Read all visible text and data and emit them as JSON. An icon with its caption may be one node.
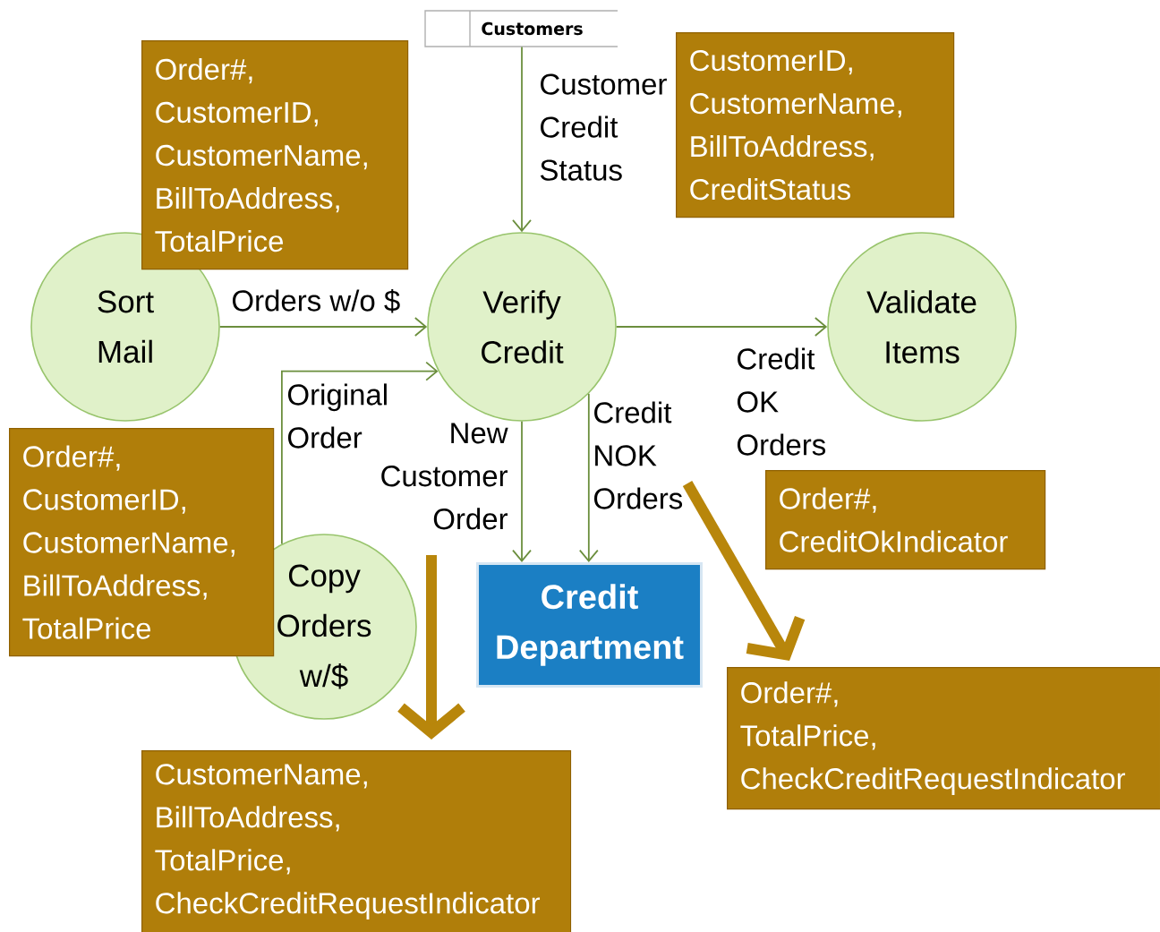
{
  "diagram": {
    "nodes": [
      {
        "text": [
          "Customers"
        ]
      },
      {
        "text": [
          "Order#, CustomerID, CustomerName, BillToAddress, TotalPrice"
        ]
      },
      {
        "text": [
          "CustomerID, CustomerName, BillToAddress, CreditStatus"
        ]
      },
      {
        "text": [
          "Sort Mail"
        ]
      },
      {
        "text": [
          "Verify Credit"
        ]
      },
      {
        "text": [
          "Validate Items"
        ]
      },
      {
        "text": [
          "Order#, CustomerID, CustomerName, BillToAddress, TotalPrice"
        ]
      },
      {
        "text": [
          "Copy Orders w/$"
        ]
      },
      {
        "text": [
          "Order#, CreditOkIndicator"
        ]
      },
      {
        "text": [
          "Credit Department"
        ]
      },
      {
        "text": [
          "Order#, TotalPrice, CheckCreditRequestIndicator"
        ]
      },
      {
        "text": [
          "CustomerName, BillToAddress, TotalPrice, CheckCreditRequestIndicator"
        ]
      }
    ],
    "edges": [
      {
        "from": 0,
        "to": 4,
        "arrow": "to",
        "label": "Customer Credit Status"
      },
      {
        "from": 3,
        "to": 4,
        "arrow": "to",
        "label": "Orders w/o $"
      },
      {
        "from": 7,
        "to": 4,
        "arrow": "to",
        "label": "Original Order"
      },
      {
        "from": 4,
        "to": 9,
        "arrow": "to",
        "label": "New Customer Order"
      },
      {
        "from": 4,
        "to": 9,
        "arrow": "to",
        "label": "Credit NOK Orders"
      },
      {
        "from": 4,
        "to": 5,
        "arrow": "to",
        "label": "Credit OK Orders"
      },
      {
        "from": null,
        "to": 11,
        "arrow": "to",
        "style": "thick",
        "color": "#b8860b"
      },
      {
        "from": null,
        "to": 10,
        "arrow": "to",
        "style": "thick",
        "color": "#b8860b"
      }
    ]
  }
}
